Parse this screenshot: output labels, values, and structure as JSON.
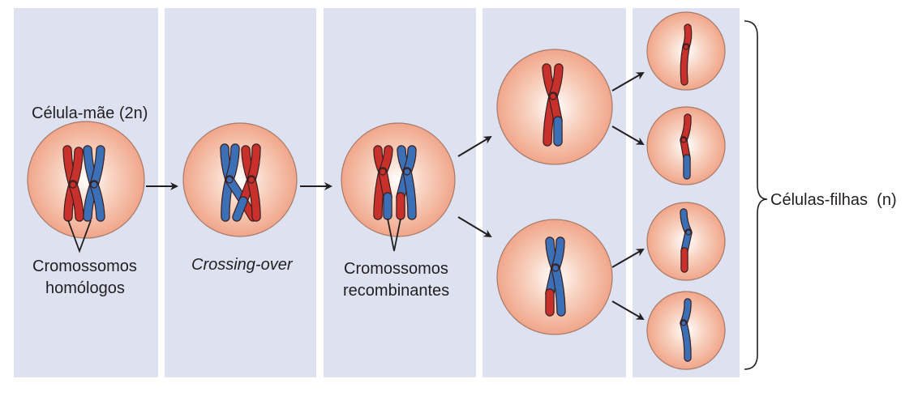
{
  "labels": {
    "mother_cell": "Célula-mãe (2n)",
    "homologous_1": "Cromossomos",
    "homologous_2": "homólogos",
    "crossing_over": "Crossing-over",
    "recombinant_1": "Cromossomos",
    "recombinant_2": "recombinantes",
    "daughter_cells": "Células-filhas  (n)"
  },
  "colors": {
    "panel": "#dde1f0",
    "cell_edge": "#f0a68a",
    "cell_center": "#ffffff",
    "cell_stroke": "#a87a68",
    "red": "#c8302c",
    "blue": "#3b6fb6",
    "outline": "#3a2020",
    "arrow": "#231f20"
  }
}
